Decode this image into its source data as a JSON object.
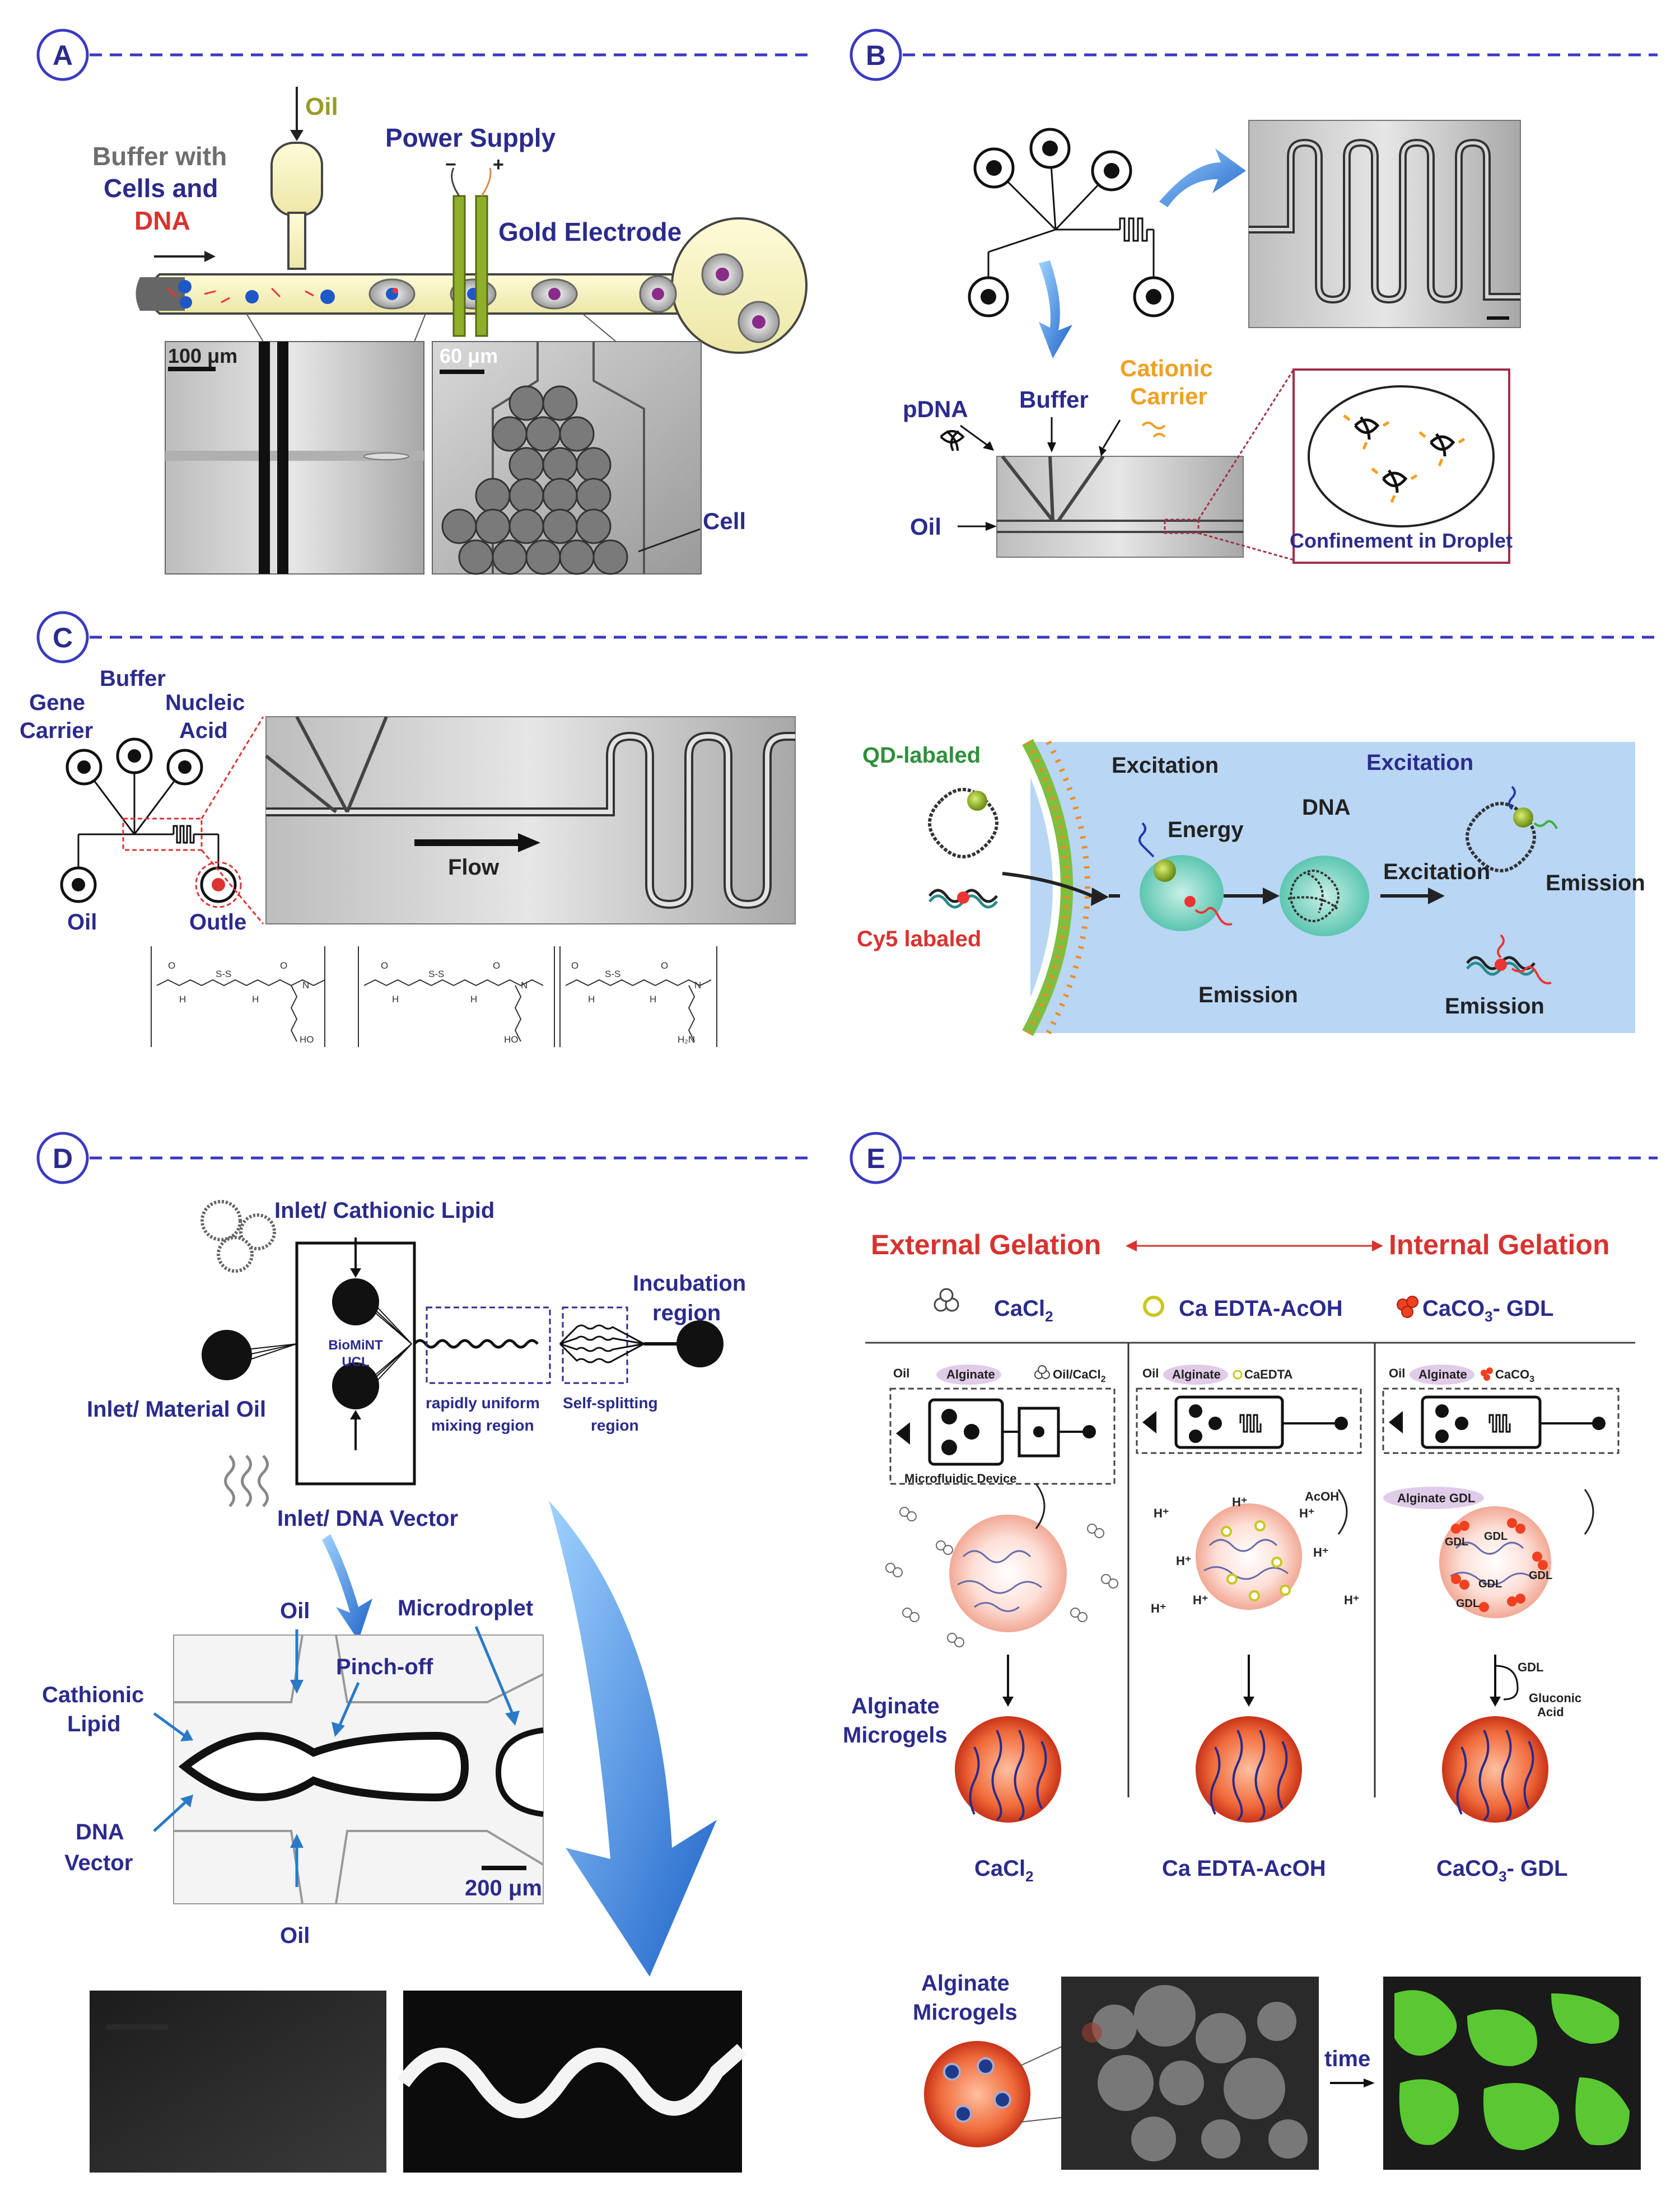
{
  "colors": {
    "navy": "#2b2b8c",
    "red": "#d8332f",
    "olive": "#9a9a2a",
    "panel_rule": "#3a3ac0"
  },
  "panels": {
    "A": {
      "letter": "A",
      "oil": "Oil",
      "buffer_l1": "Buffer with",
      "buffer_l2": "Cells and",
      "dna": "DNA",
      "power_supply": "Power Supply",
      "minus": "−",
      "plus": "+",
      "gold_electrode": "Gold Electrode",
      "scale_100": "100 μm",
      "scale_60": "60 μm",
      "cell": "Cell"
    },
    "B": {
      "letter": "B",
      "pdna": "pDNA",
      "buffer": "Buffer",
      "cationic_l1": "Cationic",
      "cationic_l2": "Carrier",
      "oil": "Oil",
      "confinement": "Confinement in Droplet"
    },
    "C": {
      "letter": "C",
      "buffer": "Buffer",
      "gene_l1": "Gene",
      "gene_l2": "Carrier",
      "nucleic_l1": "Nucleic",
      "nucleic_l2": "Acid",
      "oil": "Oil",
      "outlet": "Outle",
      "flow": "Flow",
      "qd_labeled": "QD-labaled",
      "cy5_labeled": "Cy5 labaled",
      "excitation_1": "Excitation",
      "energy": "Energy",
      "dna": "DNA",
      "excitation_2": "Excitation",
      "excitation_3": "Excitation",
      "emission_1": "Emission",
      "emission_2": "Emission",
      "emission_3": "Emission",
      "chem_ss": "S-S",
      "chem_o": "O",
      "chem_h": "H",
      "chem_n": "N",
      "chem_ho": "HO",
      "chem_h2n": "H₂N"
    },
    "D": {
      "letter": "D",
      "inlet_lipid": "Inlet/ Cathionic Lipid",
      "inlet_oil": "Inlet/ Material Oil",
      "inlet_dna": "Inlet/ DNA Vector",
      "biomint_l1": "BioMiNT",
      "biomint_l2": "UCL",
      "incubation_l1": "Incubation",
      "incubation_l2": "region",
      "mixing_l1": "rapidly uniform",
      "mixing_l2": "mixing region",
      "splitting_l1": "Self-splitting",
      "splitting_l2": "region",
      "oil_top": "Oil",
      "oil_bottom": "Oil",
      "microdroplet": "Microdroplet",
      "pinch_off": "Pinch-off",
      "cath_l1": "Cathionic",
      "cath_l2": "Lipid",
      "dna_l1": "DNA",
      "dna_l2": "Vector",
      "scale_200": "200 μm"
    },
    "E": {
      "letter": "E",
      "external": "External Gelation",
      "internal": "Internal Gelation",
      "col1_head": "CaCl",
      "col1_sub": "2",
      "col2_head": "Ca EDTA-AcOH",
      "col3_head": "CaCO",
      "col3_sub": "3",
      "col3_tail": "- GDL",
      "oil": "Oil",
      "alginate": "Alginate",
      "oil_cacl2": "Oil/CaCl",
      "oil_cacl2_sub": "2",
      "caedta": "CaEDTA",
      "caco3": "CaCO",
      "caco3_sub": "3",
      "microfluidic_device": "Microfluidic Device",
      "acoh": "AcOH",
      "h_plus": "H⁺",
      "alginate_gdl": "Alginate GDL",
      "gdl": "GDL",
      "gluconic_l1": "Gluconic",
      "gluconic_l2": "Acid",
      "alg_micro_l1": "Alginate",
      "alg_micro_l2": "Microgels",
      "bottom_1": "CaCl",
      "bottom_1_sub": "2",
      "bottom_2": "Ca EDTA-AcOH",
      "bottom_3": "CaCO",
      "bottom_3_sub": "3",
      "bottom_3_tail": "- GDL",
      "alg2_l1": "Alginate",
      "alg2_l2": "Microgels",
      "time": "time"
    }
  }
}
